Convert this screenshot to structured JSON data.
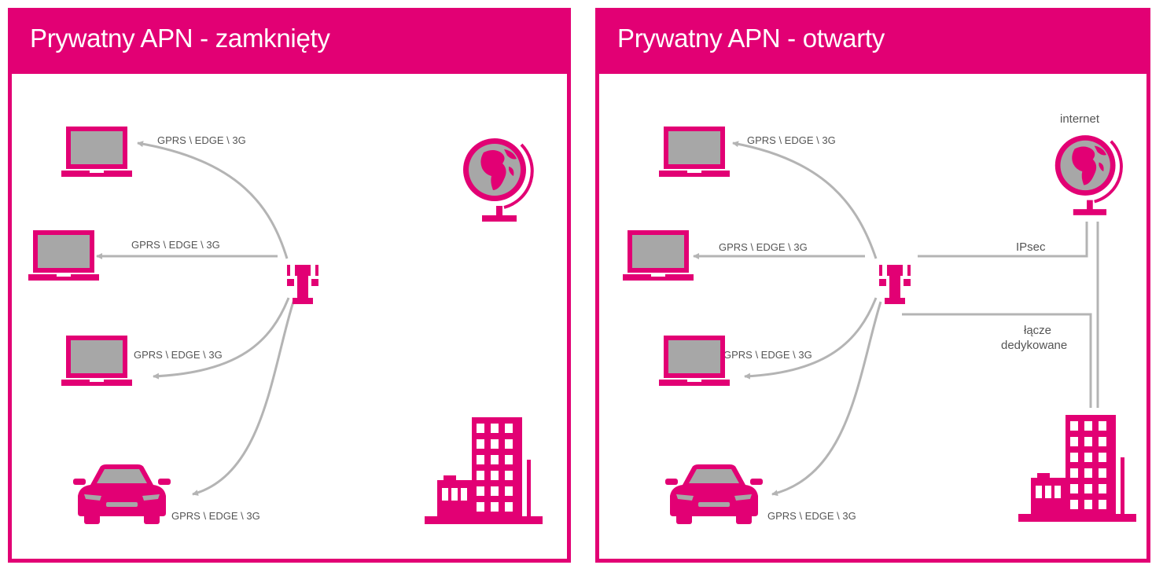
{
  "colors": {
    "brand": "#e20074",
    "link": "#b4b4b4",
    "screen": "#a7a7a7",
    "text": "#555555"
  },
  "panels": [
    {
      "title": "Prywatny APN - zamknięty",
      "labels": [
        "GPRS \\ EDGE \\ 3G",
        "GPRS \\ EDGE \\ 3G",
        "GPRS \\ EDGE \\ 3G",
        "GPRS \\ EDGE \\ 3G"
      ],
      "icons": [
        "laptop-icon",
        "laptop-icon",
        "laptop-icon",
        "car-icon",
        "telekom-t-icon",
        "globe-icon",
        "building-icon"
      ]
    },
    {
      "title": "Prywatny APN - otwarty",
      "labels": [
        "GPRS \\ EDGE \\ 3G",
        "GPRS \\ EDGE \\ 3G",
        "GPRS \\ EDGE \\ 3G",
        "GPRS \\ EDGE \\ 3G"
      ],
      "internet_label": "internet",
      "ipsec_label": "IPsec",
      "dedicated_label_line1": "łącze",
      "dedicated_label_line2": "dedykowane",
      "icons": [
        "laptop-icon",
        "laptop-icon",
        "laptop-icon",
        "car-icon",
        "telekom-t-icon",
        "globe-icon",
        "building-icon"
      ]
    }
  ]
}
